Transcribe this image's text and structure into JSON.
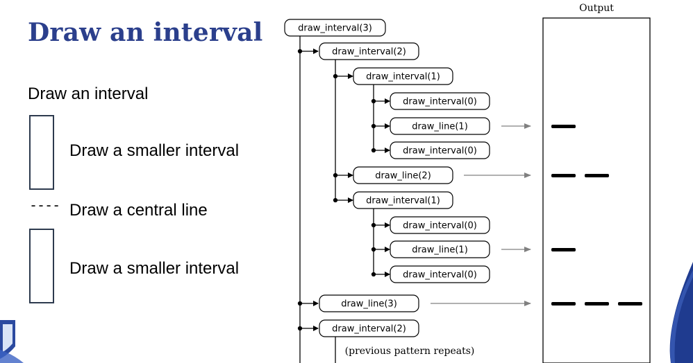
{
  "slide": {
    "title": "Draw an interval",
    "steps": [
      "Draw an interval",
      "Draw a smaller interval",
      "----",
      "Draw a central line",
      "Draw a smaller interval"
    ]
  },
  "diagram": {
    "output_title": "Output",
    "nodes": [
      "draw_interval(3)",
      "draw_interval(2)",
      "draw_interval(1)",
      "draw_interval(0)",
      "draw_line(1)",
      "draw_interval(0)",
      "draw_line(2)",
      "draw_interval(1)",
      "draw_interval(0)",
      "draw_line(1)",
      "draw_interval(0)",
      "draw_line(3)",
      "draw_interval(2)"
    ],
    "note": "(previous pattern repeats)",
    "output_dash_counts": [
      1,
      2,
      1,
      3
    ]
  },
  "colors": {
    "title": "#2b3f8c",
    "rect_border": "#2d3a4e",
    "arrow_gray": "#808080",
    "corner_accent": "#1f3b8f"
  }
}
